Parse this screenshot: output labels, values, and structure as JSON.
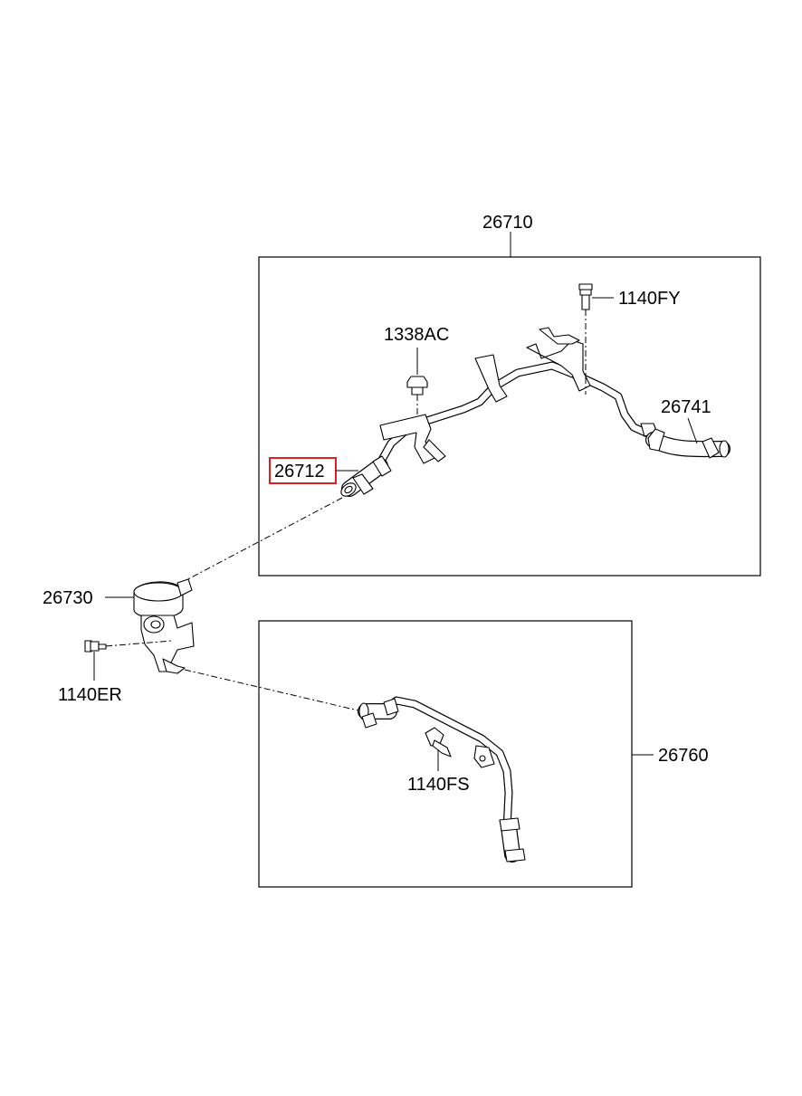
{
  "diagram": {
    "callouts": {
      "c26710": "26710",
      "c1140FY": "1140FY",
      "c1338AC": "1338AC",
      "c26741": "26741",
      "c26712": "26712",
      "c26730": "26730",
      "c1140ER": "1140ER",
      "c26760": "26760",
      "c1140FS": "1140FS"
    },
    "highlighted_part": "26712",
    "highlight_color": "#e02020"
  }
}
